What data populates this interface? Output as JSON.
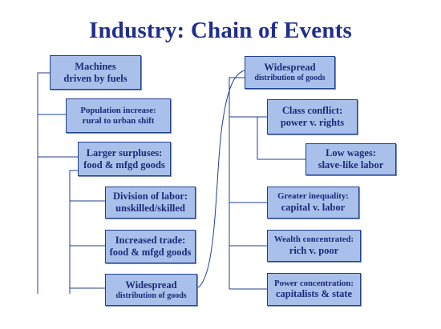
{
  "title": "Industry: Chain of Events",
  "left_chain": [
    {
      "line1": "Machines",
      "line2": "driven by fuels"
    },
    {
      "line1": "Population increase:",
      "line2": "rural to urban shift"
    },
    {
      "line1": "Larger surpluses:",
      "line2": "food & mfgd goods"
    },
    {
      "line1": "Division of labor:",
      "line2": "unskilled/skilled"
    },
    {
      "line1": "Increased trade:",
      "line2": "food & mfgd goods"
    },
    {
      "line1": "Widespread",
      "line2": "distribution of goods"
    }
  ],
  "right_chain": [
    {
      "line1": "Widespread",
      "line2": "distribution of goods"
    },
    {
      "line1": "Class conflict:",
      "line2": "power v. rights"
    },
    {
      "line1": "Low wages:",
      "line2": "slave-like labor"
    },
    {
      "line1": "Greater inequality:",
      "line2": "capital v. labor"
    },
    {
      "line1": "Wealth concentrated:",
      "line2": "rich v. poor"
    },
    {
      "line1": "Power concentration:",
      "line2": "capitalists & state"
    }
  ],
  "colors": {
    "box_fill": "#a9c1ea",
    "box_border": "#1f3f8f",
    "text": "#1a2a7a",
    "title": "#1f2f8c"
  }
}
